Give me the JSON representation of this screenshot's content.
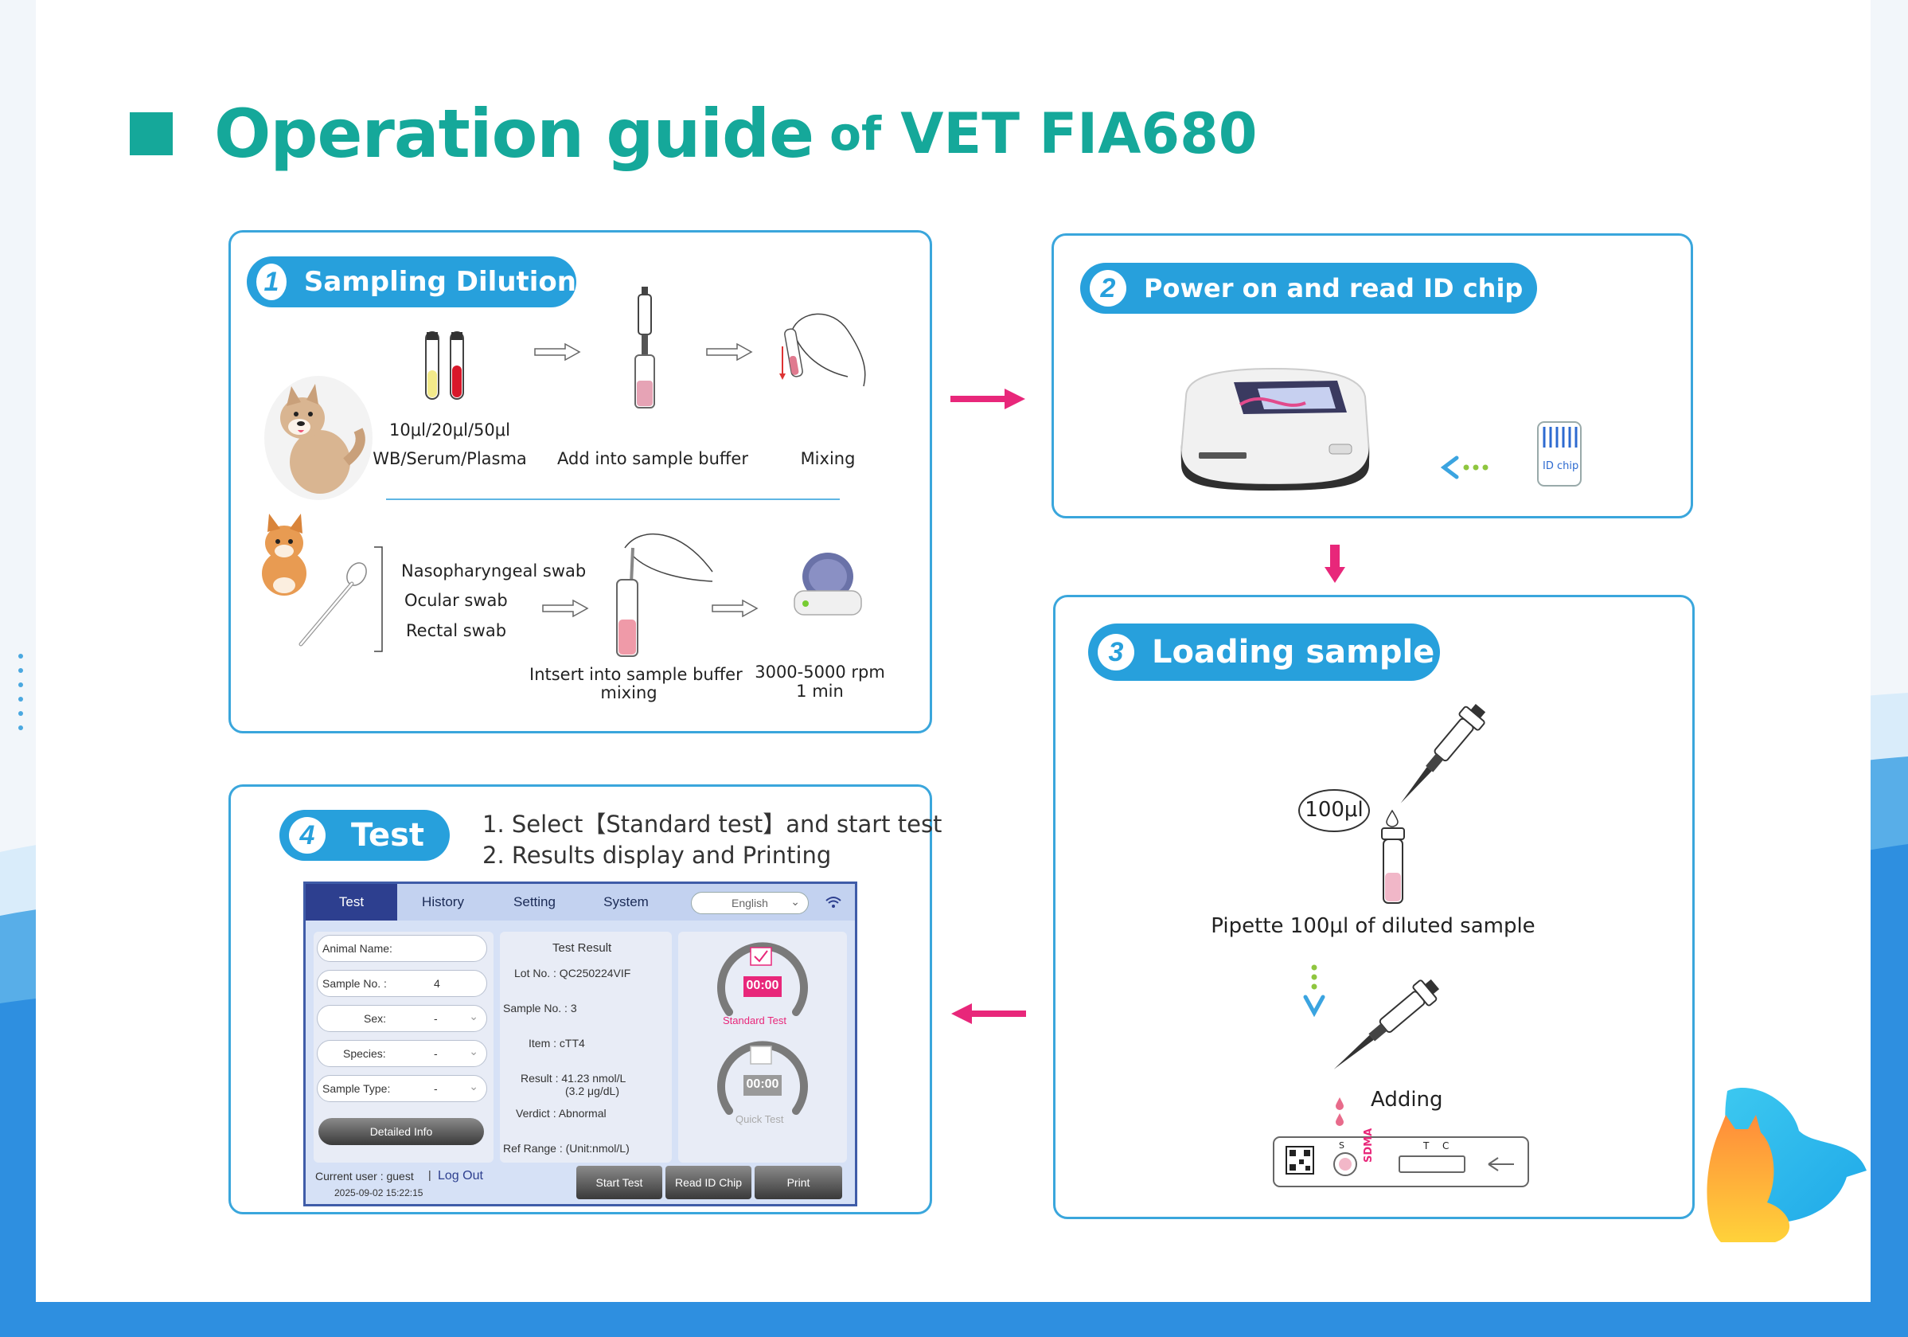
{
  "title": {
    "main": "Operation guide",
    "of": "of",
    "model": "VET FIA680"
  },
  "colors": {
    "teal": "#15a89a",
    "blue": "#27a0dc",
    "pink": "#e8277a"
  },
  "step1": {
    "num": "1",
    "label": "Sampling Dilution",
    "tubes_caption_1": "10μl/20μl/50μl",
    "tubes_caption_2": "WB/Serum/Plasma",
    "pipette_caption": "Add into sample buffer",
    "mixing_caption": "Mixing",
    "swab_1": "Nasopharyngeal swab",
    "swab_2": "Ocular swab",
    "swab_3": "Rectal  swab",
    "insert_caption_1": "Intsert into sample buffer",
    "insert_caption_2": "mixing",
    "centrifuge_1": "3000-5000 rpm",
    "centrifuge_2": "1 min"
  },
  "step2": {
    "num": "2",
    "label": "Power on  and   read  ID chip",
    "chip_label": "ID chip"
  },
  "step3": {
    "num": "3",
    "label": "Loading sample",
    "volume": "100μl",
    "pipette_caption": "Pipette 100μl of diluted sample",
    "adding": "Adding",
    "cassette_s": "S",
    "cassette_brand": "SDMA",
    "cassette_t": "T",
    "cassette_c": "C"
  },
  "step4": {
    "num": "4",
    "label": "Test",
    "instruction_1": "1. Select【Standard test】and start test",
    "instruction_2": "2. Results display and Printing"
  },
  "screen": {
    "tabs": [
      "Test",
      "History",
      "Setting",
      "System"
    ],
    "language": "English",
    "fields": {
      "animal_name": "Animal Name:",
      "sample_no_label": "Sample No. :",
      "sample_no_value": "4",
      "sex_label": "Sex:",
      "sex_value": "-",
      "species_label": "Species:",
      "species_value": "-",
      "sample_type_label": "Sample Type:",
      "sample_type_value": "-"
    },
    "detailed_info": "Detailed Info",
    "result": {
      "title": "Test Result",
      "lot": "Lot No. : QC250224VIF",
      "sample": "Sample No. : 3",
      "item": "Item : cTT4",
      "result_1": "Result : 41.23 nmol/L",
      "result_2": "(3.2 μg/dL)",
      "verdict": "Verdict : Abnormal",
      "ref": "Ref Range : (Unit:nmol/L)"
    },
    "timer_standard": "00:00",
    "standard_test": "Standard Test",
    "timer_quick": "00:00",
    "quick_test": "Quick Test",
    "current_user": "Current user : guest",
    "separator": "|",
    "log_out": "Log Out",
    "datetime": "2025-09-02 15:22:15",
    "buttons": {
      "start": "Start Test",
      "read": "Read ID Chip",
      "print": "Print"
    }
  }
}
